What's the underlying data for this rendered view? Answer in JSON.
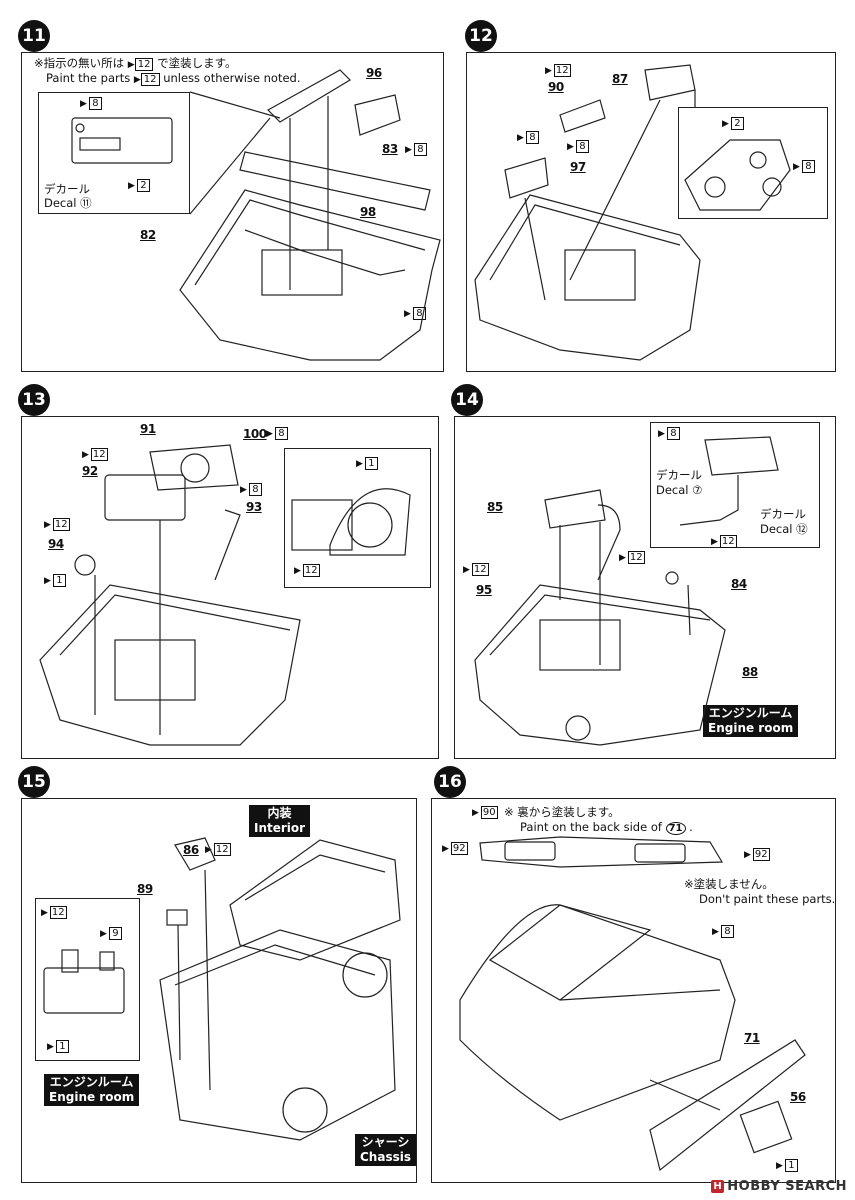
{
  "steps": [
    {
      "number": "11",
      "note_jp": "※指示の無い所は",
      "note_jp_box": "12",
      "note_jp_suffix": "で塗装します。",
      "note_en_prefix": "Paint the parts",
      "note_en_box": "12",
      "note_en_suffix": "unless otherwise noted.",
      "decal_jp": "デカール",
      "decal_en": "Decal",
      "decal_num": "⑪",
      "parts": [
        "96",
        "83",
        "98",
        "82"
      ],
      "paints": [
        "8",
        "2",
        "8",
        "8"
      ]
    },
    {
      "number": "12",
      "parts": [
        "90",
        "87",
        "97"
      ],
      "paints": [
        "12",
        "8",
        "8",
        "2",
        "8"
      ]
    },
    {
      "number": "13",
      "parts": [
        "91",
        "100",
        "92",
        "93",
        "94"
      ],
      "paints": [
        "8",
        "12",
        "8",
        "12",
        "1",
        "1",
        "12"
      ]
    },
    {
      "number": "14",
      "parts": [
        "85",
        "95",
        "84",
        "88"
      ],
      "paints": [
        "8",
        "12",
        "12",
        "12"
      ],
      "decal1_jp": "デカール",
      "decal1_en": "Decal",
      "decal1_num": "⑦",
      "decal2_jp": "デカール",
      "decal2_en": "Decal",
      "decal2_num": "⑫",
      "tag_jp": "エンジンルーム",
      "tag_en": "Engine room"
    },
    {
      "number": "15",
      "parts": [
        "86",
        "89"
      ],
      "paints": [
        "12",
        "12",
        "9",
        "1"
      ],
      "tag_interior_jp": "内装",
      "tag_interior_en": "Interior",
      "tag_engine_jp": "エンジンルーム",
      "tag_engine_en": "Engine room",
      "tag_chassis_jp": "シャーシ",
      "tag_chassis_en": "Chassis"
    },
    {
      "number": "16",
      "note1_jp": "※ 裏から塗装します。",
      "note1_en_prefix": "Paint on the back side of",
      "note1_en_part": "71",
      "note1_en_suffix": ".",
      "note2_jp": "※塗装しません。",
      "note2_en": "Don't paint these parts.",
      "parts": [
        "71",
        "56"
      ],
      "paints": [
        "90",
        "92",
        "92",
        "8",
        "1"
      ]
    }
  ],
  "watermark": "HOBBY SEARCH",
  "watermark_logo": "H"
}
